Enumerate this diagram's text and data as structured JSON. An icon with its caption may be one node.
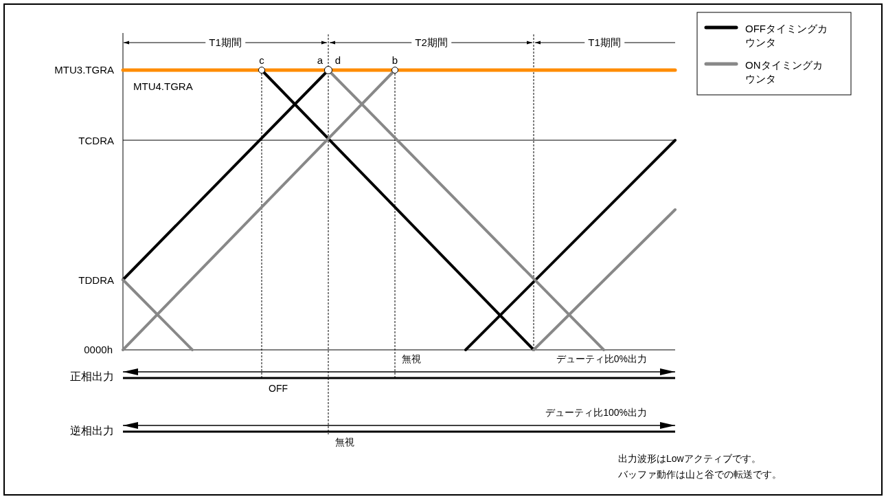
{
  "diagram": {
    "labels": [
      "T1期間",
      "T2期間",
      "T1期間",
      "MTU3.TGRA",
      "c",
      "a",
      "d",
      "b",
      "MTU4.TGRA",
      "TCDRA",
      "TDDRA",
      "0000h",
      "無視",
      "正相出力",
      "デューティ比0%出力",
      "OFF",
      "デューティ比100%出力",
      "逆相出力",
      "無視",
      "出力波形はLowアクティブです。",
      "バッファ動作は山と谷での転送です。"
    ],
    "legend": [
      {
        "text": "OFFタイミングカウンタ"
      },
      {
        "text": "ONタイミングカウンタ"
      }
    ]
  }
}
